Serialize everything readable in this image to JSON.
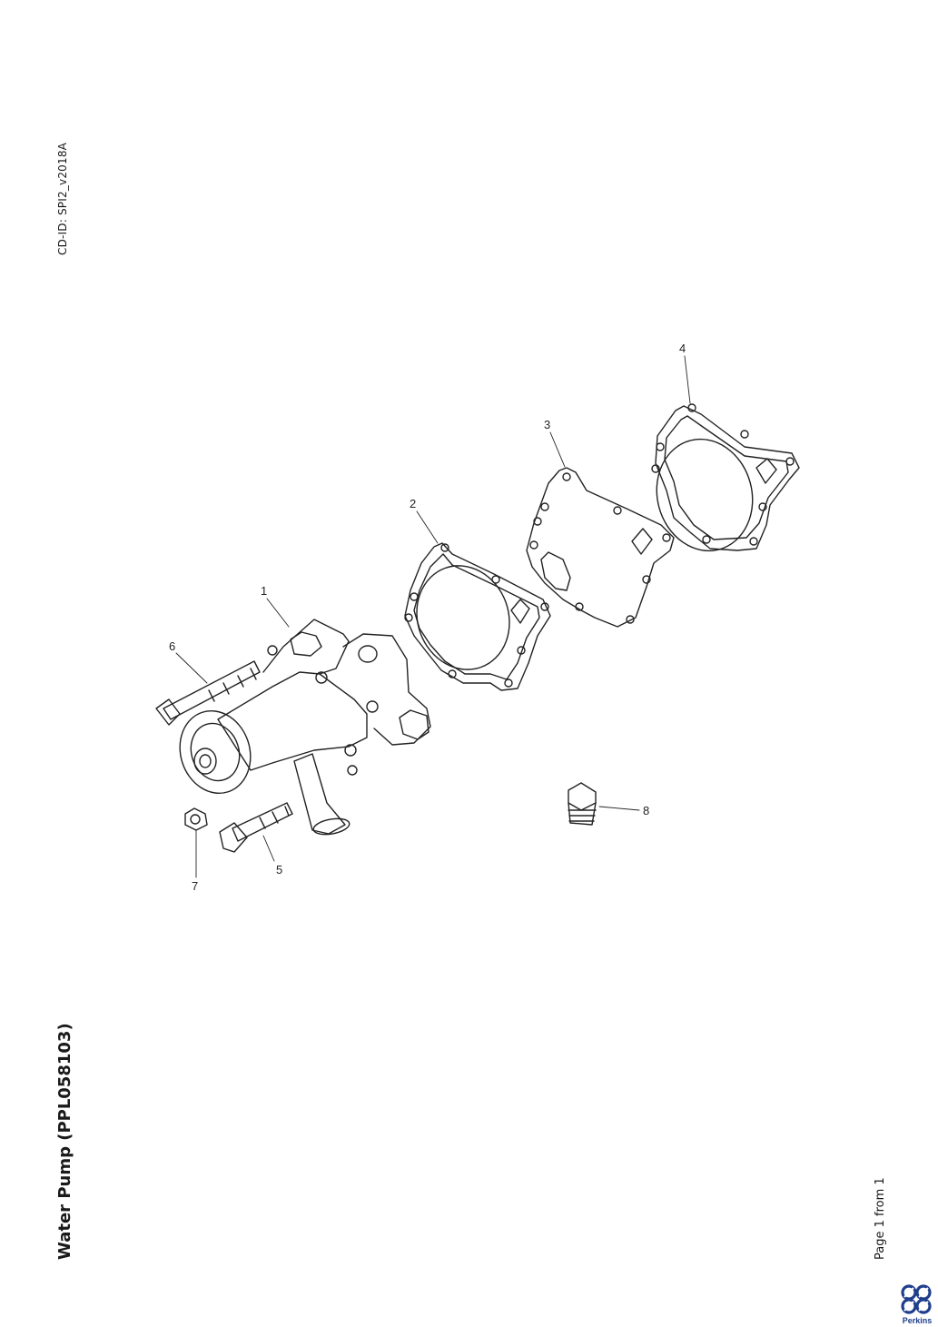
{
  "cd_id": "CD-ID: SPI2_v2018A",
  "title": "Water Pump (PPL058103)",
  "page_info": "Page 1 from 1",
  "brand": "Perkins",
  "callouts": [
    "1",
    "2",
    "3",
    "4",
    "5",
    "6",
    "7",
    "8"
  ],
  "colors": {
    "ink": "#1a1a1a",
    "brand_blue": "#1f3e8c"
  }
}
